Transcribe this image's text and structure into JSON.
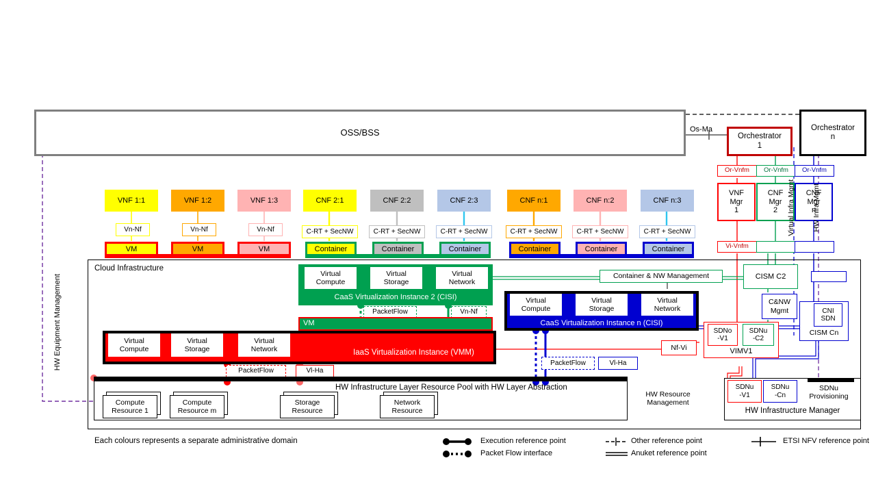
{
  "diagram": {
    "caption": "Each colours represents a separate administrative domain",
    "oss_bss": "OSS/BSS",
    "cloud_infrastructure": "Cloud Infrastructure",
    "hw_pool": "HW Infrastructure Layer Resource Pool with HW Layer Abstraction",
    "os_ma": "Os-Ma",
    "hw_equipment_management": "HW Equipment Management",
    "hw_resource_management": [
      "HW Resource",
      "Management"
    ],
    "virtual_infra_mgmt": "Virtual Infra Mgmt",
    "hw_infra_mgmt": "HW Infra Mgmt"
  },
  "orchestrators": [
    {
      "name": "orchestrator-1",
      "line1": "Orchestrator",
      "line2": "1",
      "color": "#C00000"
    },
    {
      "name": "orchestrator-n",
      "line1": "Orchestrator",
      "line2": "n",
      "color": "#000000"
    }
  ],
  "managers": [
    {
      "name": "vnf-mgr-1",
      "lines": [
        "VNF",
        "Mgr",
        "1"
      ],
      "color": "#FF0000",
      "ref_top": "Or-Vnfm",
      "ref_bottom": "Vi-Vnfm"
    },
    {
      "name": "cnf-mgr-2",
      "lines": [
        "CNF",
        "Mgr",
        "2"
      ],
      "color": "#00A050",
      "ref_top": "Or-Vnfm",
      "ref_bottom": ""
    },
    {
      "name": "cnf-mgr-n",
      "lines": [
        "CNF",
        "Mgr",
        "n"
      ],
      "color": "#0000D0",
      "ref_top": "Or-Vnfm",
      "ref_bottom": ""
    }
  ],
  "vnfs": [
    {
      "label": "VNF 1:1",
      "fill": "#FFFF00",
      "stroke": "#FFFF00",
      "ref": "Vn-Nf",
      "unit": "VM",
      "unit_border": "#FF0000"
    },
    {
      "label": "VNF 1:2",
      "fill": "#FFA800",
      "stroke": "#FFA800",
      "ref": "Vn-Nf",
      "unit": "VM",
      "unit_border": "#FF0000"
    },
    {
      "label": "VNF 1:3",
      "fill": "#FFB3B3",
      "stroke": "#FFB3B3",
      "ref": "Vn-Nf",
      "unit": "VM",
      "unit_border": "#FF0000"
    }
  ],
  "cnfs_group2": [
    {
      "label": "CNF 2:1",
      "fill": "#FFFF00",
      "stroke": "#FFFF00",
      "ref": "C-RT + SecNW",
      "unit": "Container",
      "unit_border": "#00A050"
    },
    {
      "label": "CNF 2:2",
      "fill": "#BFBFBF",
      "stroke": "#BFBFBF",
      "ref": "C-RT + SecNW",
      "unit": "Container",
      "unit_border": "#00A050"
    },
    {
      "label": "CNF 2:3",
      "fill": "#B4C7E7",
      "stroke": "#2FC6F0",
      "ref": "C-RT + SecNW",
      "unit": "Container",
      "unit_border": "#00A050"
    }
  ],
  "cnfs_groupn": [
    {
      "label": "CNF n:1",
      "fill": "#FFA800",
      "stroke": "#FFA800",
      "ref": "C-RT + SecNW",
      "unit": "Container",
      "unit_border": "#0000D0"
    },
    {
      "label": "CNF n:2",
      "fill": "#FFB3B3",
      "stroke": "#FFB3B3",
      "ref": "C-RT + SecNW",
      "unit": "Container",
      "unit_border": "#0000D0"
    },
    {
      "label": "CNF n:3",
      "fill": "#B4C7E7",
      "stroke": "#2FC6F0",
      "ref": "C-RT + SecNW",
      "unit": "Container",
      "unit_border": "#0000D0"
    }
  ],
  "cisi2": {
    "title": "CaaS Virtualization Instance 2 (CISI)",
    "color": "#00A050",
    "resources": [
      [
        "Virtual",
        "Compute"
      ],
      [
        "Virtual",
        "Storage"
      ],
      [
        "Virtual",
        "Network"
      ]
    ],
    "vm_label": "VM",
    "ref_packetflow": "PacketFlow",
    "ref_vnnf": "Vn-Nf"
  },
  "cisin": {
    "title": "CaaS Virtualization Instance n (CISI)",
    "color": "#0000D0",
    "resources": [
      [
        "Virtual",
        "Compute"
      ],
      [
        "Virtual",
        "Storage"
      ],
      [
        "Virtual",
        "Network"
      ]
    ],
    "ref_packetflow": "PacketFlow",
    "ref_vlha": "Vl-Ha"
  },
  "vmm": {
    "title": "IaaS Virtualization Instance (VMM)",
    "color": "#FF0000",
    "resources": [
      [
        "Virtual",
        "Compute"
      ],
      [
        "Virtual",
        "Storage"
      ],
      [
        "Virtual",
        "Network"
      ]
    ],
    "ref_packetflow": "PacketFlow",
    "ref_vlha": "Vl-Ha"
  },
  "hw_resources": [
    [
      "Compute",
      "Resource 1"
    ],
    [
      "Compute",
      "Resource m"
    ],
    [
      "Storage",
      "Resource"
    ],
    [
      "Network",
      "Resource"
    ]
  ],
  "management": {
    "container_nw_management": "Container & NW Management",
    "cism_c2": "CISM C2",
    "cnw_mgmt": [
      "C&NW",
      "Mgmt"
    ],
    "cism_cn": "CISM Cn",
    "cni_sdn": [
      "CNI",
      "SDN"
    ],
    "nf_vi": "Nf-Vi",
    "vim": "VIMV1",
    "sdno_v1": [
      "SDNo",
      "-V1"
    ],
    "sdnu_c2": [
      "SDNu",
      "-C2"
    ],
    "hw_infrastructure_manager": "HW Infrastructure Manager",
    "sdnu_v1": [
      "SDNu",
      "-V1"
    ],
    "sdnu_cn": [
      "SDNu",
      "-Cn"
    ],
    "sdnu_provisioning": [
      "SDNu",
      "Provisioning"
    ]
  },
  "legend": [
    {
      "name": "execution-reference-point",
      "label": "Execution reference point",
      "style": "dot-solid-dot"
    },
    {
      "name": "packet-flow-interface",
      "label": "Packet Flow interface",
      "style": "dot-dotted-dot"
    },
    {
      "name": "other-reference-point",
      "label": "Other reference point",
      "style": "dashed-tick"
    },
    {
      "name": "anuket-reference-point",
      "label": "Anuket reference point",
      "style": "double-line"
    },
    {
      "name": "etsi-nfv-reference-point",
      "label": "ETSI NFV reference point",
      "style": "line-tick"
    }
  ]
}
